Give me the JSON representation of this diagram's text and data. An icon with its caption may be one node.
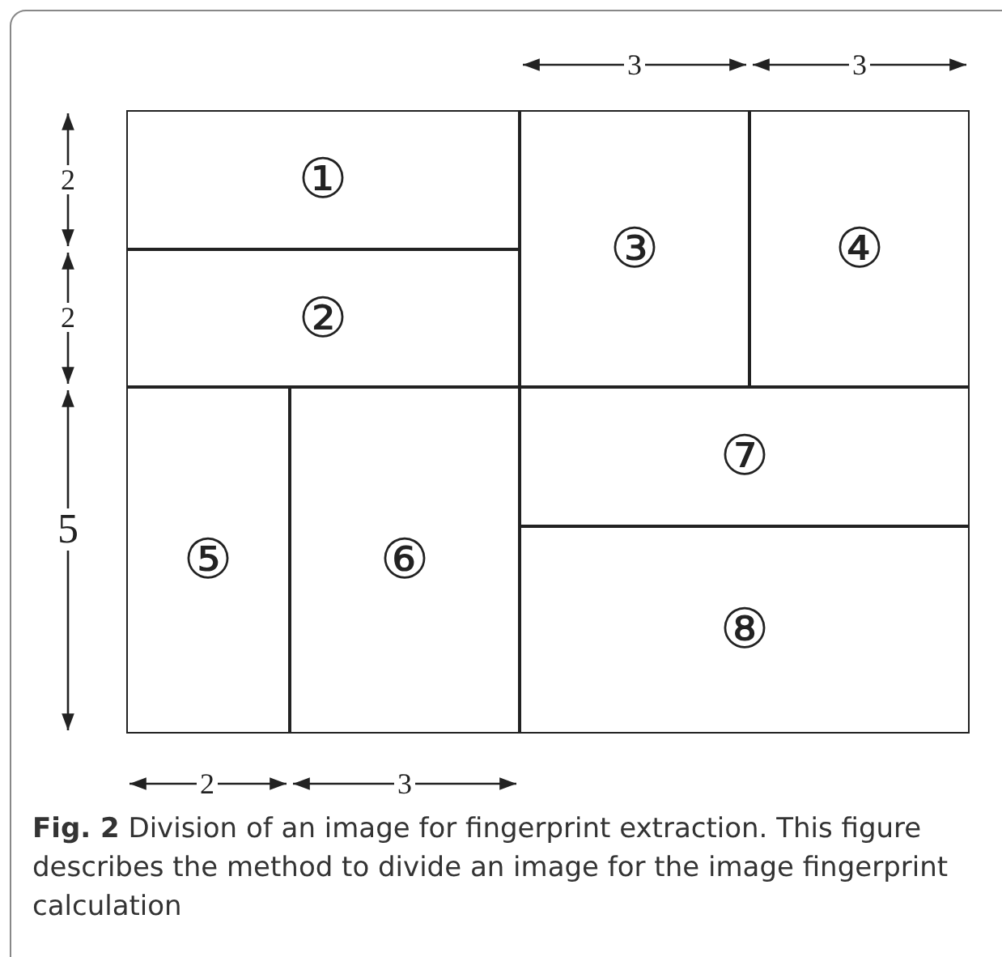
{
  "diagram": {
    "caption": "**Fig. 2** Division of an image for fingerprint extraction. This figure describes the method to divide an image for the image fingerprint calculation",
    "nodes": [
      {
        "text": [
          "①"
        ]
      },
      {
        "text": [
          "②"
        ]
      },
      {
        "text": [
          "③"
        ]
      },
      {
        "text": [
          "④"
        ]
      },
      {
        "text": [
          "⑤"
        ]
      },
      {
        "text": [
          "⑥"
        ]
      },
      {
        "text": [
          "⑦"
        ]
      },
      {
        "text": [
          "⑧"
        ]
      }
    ],
    "edges": [],
    "labels": [
      "3",
      "3",
      "2",
      "2",
      "5",
      "2",
      "3"
    ]
  }
}
